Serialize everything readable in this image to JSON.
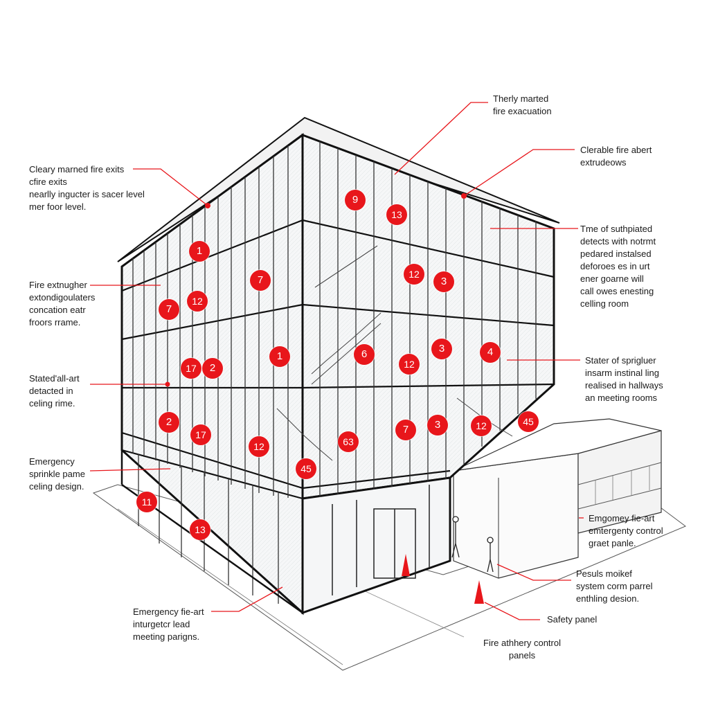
{
  "colors": {
    "accent": "#e8161b",
    "line": "#1b1b1b",
    "glass": "#f4f6f7"
  },
  "labels": [
    {
      "id": "exits",
      "lines": [
        "Cleary marned fire exits",
        "cfire exits",
        "nearlly ingucter is sacer level",
        "mer foor level."
      ]
    },
    {
      "id": "extinguisher",
      "lines": [
        "Fire extnugher",
        "extondigoulaters",
        "concation eatr",
        "froors rrame."
      ]
    },
    {
      "id": "detected",
      "lines": [
        "Stated'all-art",
        "detacted in",
        "celing rime."
      ]
    },
    {
      "id": "sprinkle",
      "lines": [
        "Emergency",
        "sprinkle pame",
        "celing design."
      ]
    },
    {
      "id": "evac",
      "lines": [
        "Therly marted",
        "fire exacuation"
      ]
    },
    {
      "id": "alert",
      "lines": [
        "Clerable fire abert",
        "extrudeows"
      ]
    },
    {
      "id": "detects",
      "lines": [
        "Tme of suthpiated",
        "detects with notrmt",
        "pedared instalsed",
        "deforoes es in urt",
        "ener goarne will",
        "call owes enesting",
        "celling room"
      ]
    },
    {
      "id": "sprinkler",
      "lines": [
        "Stater of sprigluer",
        "insarm instinal ling",
        "realised in hallways",
        "an meeting rooms"
      ]
    },
    {
      "id": "control",
      "lines": [
        "Emgomey fie-art",
        "emtergenty control",
        "graet panle."
      ]
    },
    {
      "id": "pesuls",
      "lines": [
        "Pesuls moikef",
        "system corm parrel",
        "enthling desion."
      ]
    },
    {
      "id": "meeting",
      "lines": [
        "Emergency fie-art",
        "inturgetcr lead",
        "meeting parigns."
      ]
    },
    {
      "id": "safety",
      "lines": [
        "Safety panel"
      ]
    },
    {
      "id": "panels",
      "lines": [
        "Fire athhery control",
        "panels"
      ]
    }
  ],
  "markers": [
    "9",
    "13",
    "1",
    "7",
    "7",
    "12",
    "12",
    "3",
    "1",
    "17",
    "2",
    "6",
    "12",
    "3",
    "4",
    "2",
    "17",
    "12",
    "63",
    "7",
    "3",
    "12",
    "45",
    "45",
    "11",
    "13"
  ]
}
